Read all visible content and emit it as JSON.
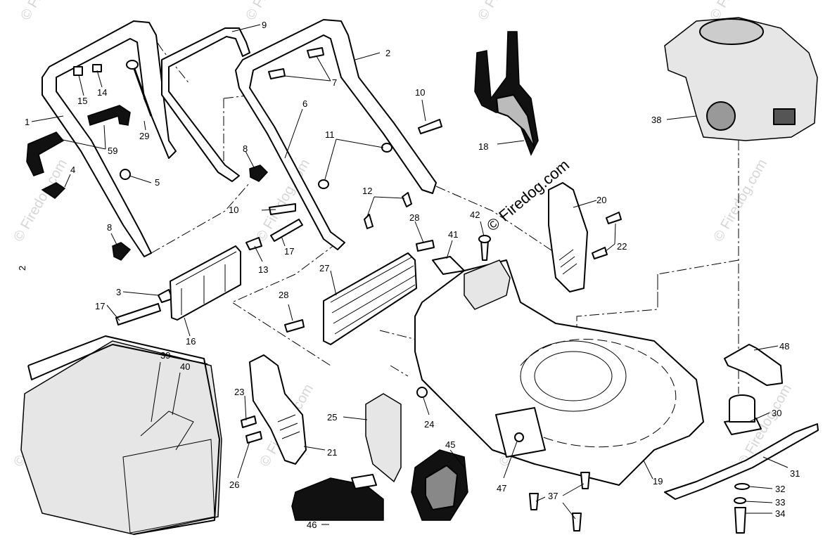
{
  "watermark": {
    "text": "© Firedog.com",
    "faint_color": "#d6d6d6",
    "text_color": "#000000"
  },
  "page_marker": "2",
  "callouts": [
    {
      "id": "1",
      "label": "1"
    },
    {
      "id": "2",
      "label": "2"
    },
    {
      "id": "3",
      "label": "3"
    },
    {
      "id": "4",
      "label": "4"
    },
    {
      "id": "5",
      "label": "5"
    },
    {
      "id": "6",
      "label": "6"
    },
    {
      "id": "7",
      "label": "7"
    },
    {
      "id": "8a",
      "label": "8"
    },
    {
      "id": "8b",
      "label": "8"
    },
    {
      "id": "9",
      "label": "9"
    },
    {
      "id": "10a",
      "label": "10"
    },
    {
      "id": "10b",
      "label": "10"
    },
    {
      "id": "11",
      "label": "11"
    },
    {
      "id": "12",
      "label": "12"
    },
    {
      "id": "13",
      "label": "13"
    },
    {
      "id": "14",
      "label": "14"
    },
    {
      "id": "15",
      "label": "15"
    },
    {
      "id": "16",
      "label": "16"
    },
    {
      "id": "17a",
      "label": "17"
    },
    {
      "id": "17b",
      "label": "17"
    },
    {
      "id": "18",
      "label": "18"
    },
    {
      "id": "19",
      "label": "19"
    },
    {
      "id": "20",
      "label": "20"
    },
    {
      "id": "21",
      "label": "21"
    },
    {
      "id": "22",
      "label": "22"
    },
    {
      "id": "23",
      "label": "23"
    },
    {
      "id": "24",
      "label": "24"
    },
    {
      "id": "25",
      "label": "25"
    },
    {
      "id": "26",
      "label": "26"
    },
    {
      "id": "27",
      "label": "27"
    },
    {
      "id": "28a",
      "label": "28"
    },
    {
      "id": "28b",
      "label": "28"
    },
    {
      "id": "29",
      "label": "29"
    },
    {
      "id": "30",
      "label": "30"
    },
    {
      "id": "31",
      "label": "31"
    },
    {
      "id": "32",
      "label": "32"
    },
    {
      "id": "33",
      "label": "33"
    },
    {
      "id": "34",
      "label": "34"
    },
    {
      "id": "37",
      "label": "37"
    },
    {
      "id": "38",
      "label": "38"
    },
    {
      "id": "39",
      "label": "39"
    },
    {
      "id": "40",
      "label": "40"
    },
    {
      "id": "41",
      "label": "41"
    },
    {
      "id": "42",
      "label": "42"
    },
    {
      "id": "45",
      "label": "45"
    },
    {
      "id": "46",
      "label": "46"
    },
    {
      "id": "47",
      "label": "47"
    },
    {
      "id": "48",
      "label": "48"
    },
    {
      "id": "59",
      "label": "59"
    }
  ]
}
